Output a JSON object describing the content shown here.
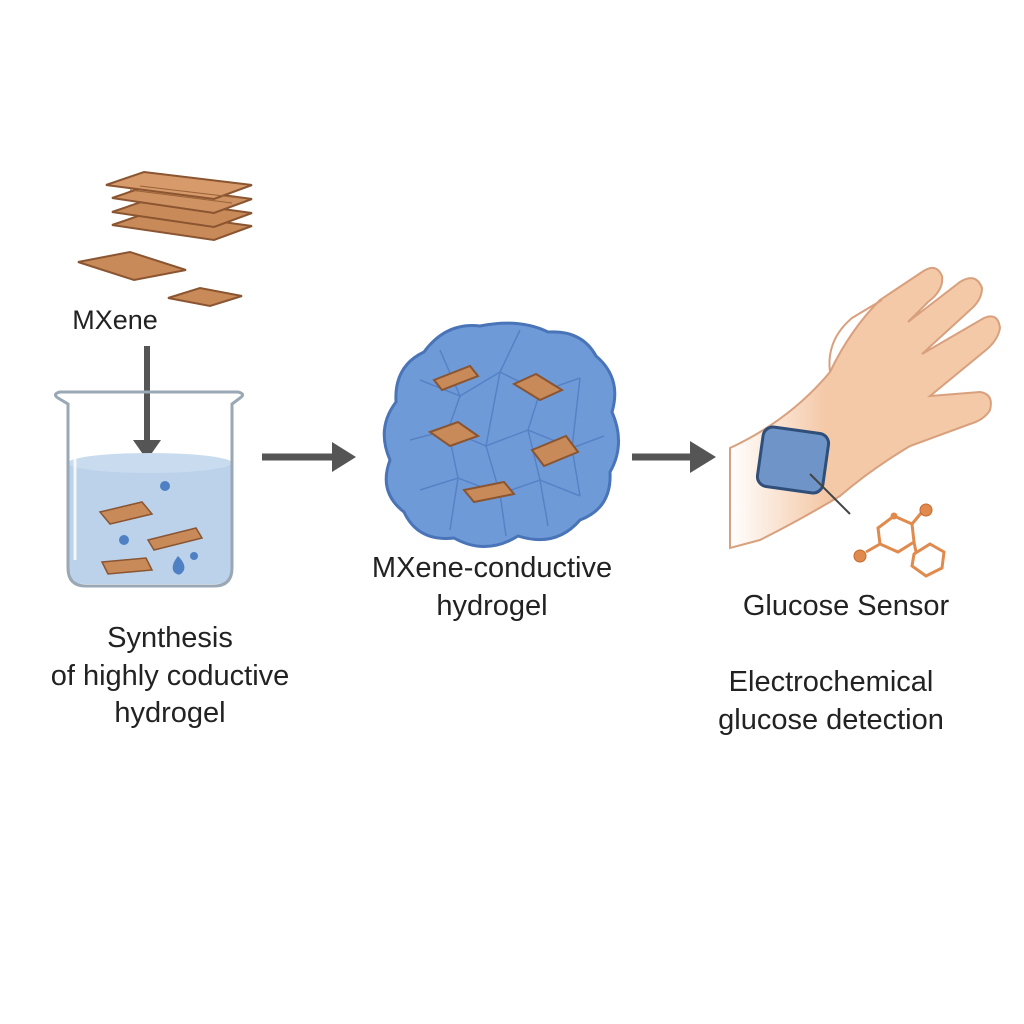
{
  "mxene_label": "MXene",
  "step1": {
    "caption_lines": [
      "Synthesis",
      "of highly coductive",
      "hydrogel"
    ]
  },
  "step2": {
    "caption_lines": [
      "MXene-conductive",
      "hydrogel"
    ]
  },
  "step3": {
    "title": "Glucose Sensor",
    "caption_lines": [
      "Electrochemical",
      "glucose detection"
    ]
  },
  "colors": {
    "mxene_fill": "#c98a5a",
    "mxene_stroke": "#8a5530",
    "hydrogel_fill": "#6f9ad8",
    "hydrogel_stroke": "#4a74b8",
    "beaker_liquid": "#b4cde8",
    "arrow": "#555555",
    "skin": "#f4c9a8",
    "skin_stroke": "#d9a07d",
    "sensor_fill": "#6f94c8",
    "sensor_stroke": "#2f4f7a",
    "molecule": "#e08a4e"
  }
}
